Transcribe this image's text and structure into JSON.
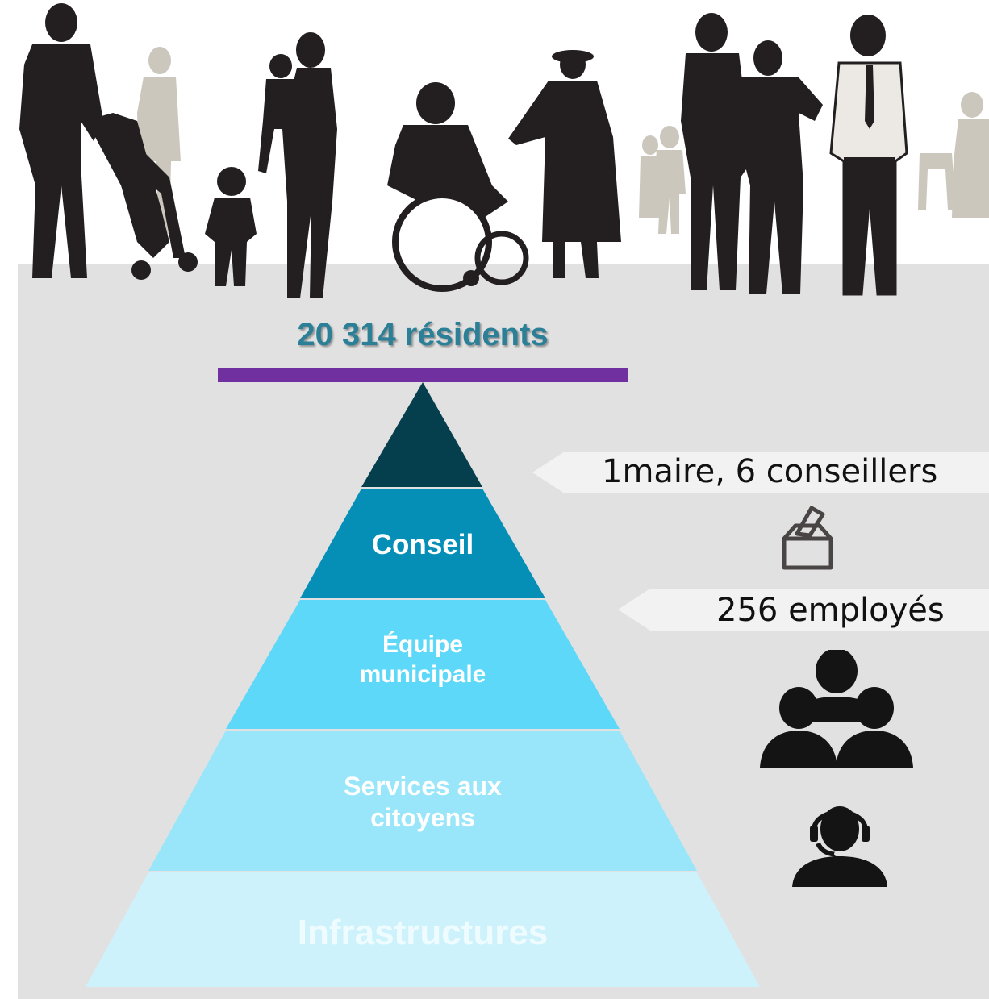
{
  "header": {
    "residents": "20 314 résidents"
  },
  "pyramid": {
    "levels": [
      {
        "label": "",
        "color": "#053f4e"
      },
      {
        "label": "Conseil",
        "color": "#058fb7"
      },
      {
        "label": "Équipe\nmunicipale",
        "color": "#5ed8f8"
      },
      {
        "label": "Services aux\ncitoyens",
        "color": "#99e6fa"
      },
      {
        "label": "Infrastructures",
        "color": "#cdf2fc"
      }
    ]
  },
  "callouts": {
    "elected": "1maire, 6 conseillers",
    "employees": "256 employés"
  },
  "icons": {
    "ballot": "ballot-box-icon",
    "team": "team-icon",
    "support": "support-agent-icon"
  },
  "colors": {
    "panel": "#e1e1e1",
    "accent_bar": "#7030a0",
    "title": "#2b7f96"
  }
}
